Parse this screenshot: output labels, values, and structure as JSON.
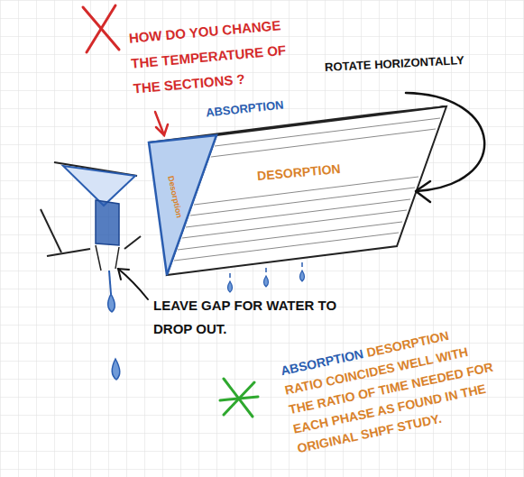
{
  "diagram": {
    "labels": [
      "HOW DO YOU CHANGE THE TEMPERATURE OF THE SECTIONS ?",
      "ROTATE HORIZONTALLY",
      "ABSORPTION",
      "Desorption",
      "DESORPTION",
      "LEAVE GAP FOR WATER TO DROP OUT.",
      "ABSORPTION",
      "DESORPTION RATIO COINCIDES WELL WITH THE RATIO OF TIME NEEDED FOR EACH PHASE AS FOUND IN THE ORIGINAL SHPF STUDY."
    ]
  }
}
